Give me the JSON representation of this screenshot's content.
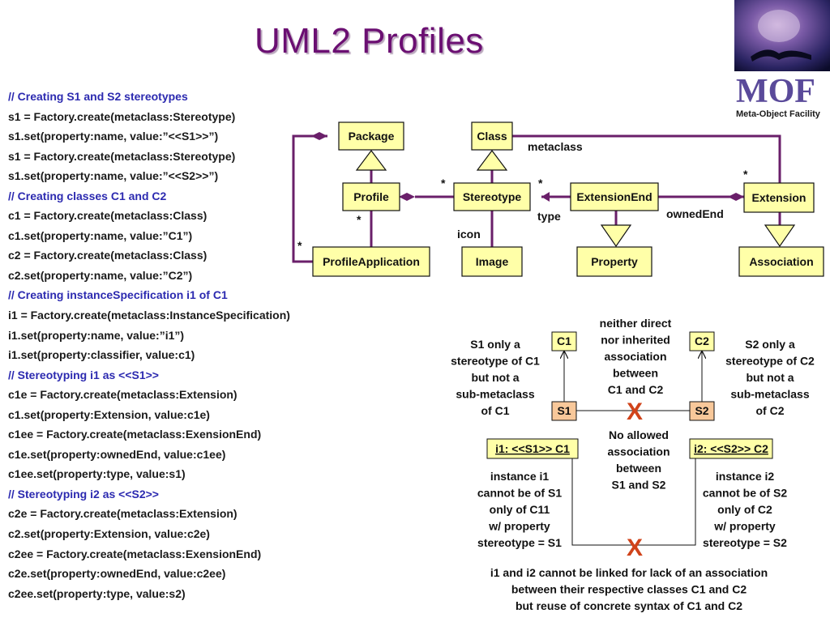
{
  "title": "UML2 Profiles",
  "logo": {
    "text": "Meta-Object Facility",
    "letters": "MOF"
  },
  "code_lines": [
    {
      "text": "// Creating S1 and S2 stereotypes",
      "comment": true
    },
    {
      "text": "s1 = Factory.create(metaclass:Stereotype)",
      "comment": false
    },
    {
      "text": "s1.set(property:name, value:”<<S1>>”)",
      "comment": false
    },
    {
      "text": "s1 = Factory.create(metaclass:Stereotype)",
      "comment": false
    },
    {
      "text": "s1.set(property:name, value:”<<S2>>”)",
      "comment": false
    },
    {
      "text": "// Creating classes C1 and C2",
      "comment": true
    },
    {
      "text": "c1 = Factory.create(metaclass:Class)",
      "comment": false
    },
    {
      "text": "c1.set(property:name, value:”C1”)",
      "comment": false
    },
    {
      "text": "c2 = Factory.create(metaclass:Class)",
      "comment": false
    },
    {
      "text": "c2.set(property:name, value:”C2”)",
      "comment": false
    },
    {
      "text": "// Creating instanceSpecification i1 of C1",
      "comment": true
    },
    {
      "text": "i1 = Factory.create(metaclass:InstanceSpecification)",
      "comment": false
    },
    {
      "text": "i1.set(property:name, value:”i1”)",
      "comment": false
    },
    {
      "text": "i1.set(property:classifier, value:c1)",
      "comment": false
    },
    {
      "text": "// Stereotyping i1 as <<S1>>",
      "comment": true
    },
    {
      "text": "c1e = Factory.create(metaclass:Extension)",
      "comment": false
    },
    {
      "text": "c1.set(property:Extension, value:c1e)",
      "comment": false
    },
    {
      "text": "c1ee = Factory.create(metaclass:ExensionEnd)",
      "comment": false
    },
    {
      "text": "c1e.set(property:ownedEnd, value:c1ee)",
      "comment": false
    },
    {
      "text": "c1ee.set(property:type, value:s1)",
      "comment": false
    },
    {
      "text": "// Stereotyping i2 as <<S2>>",
      "comment": true
    },
    {
      "text": "c2e = Factory.create(metaclass:Extension)",
      "comment": false
    },
    {
      "text": "c2.set(property:Extension, value:c2e)",
      "comment": false
    },
    {
      "text": "c2ee = Factory.create(metaclass:ExensionEnd)",
      "comment": false
    },
    {
      "text": "c2e.set(property:ownedEnd, value:c2ee)",
      "comment": false
    },
    {
      "text": "c2ee.set(property:type, value:s2)",
      "comment": false
    }
  ],
  "metamodel": {
    "boxes": {
      "package": "Package",
      "class": "Class",
      "profile": "Profile",
      "stereotype": "Stereotype",
      "extensionend": "ExtensionEnd",
      "extension": "Extension",
      "profileapplication": "ProfileApplication",
      "image": "Image",
      "property": "Property",
      "association": "Association"
    },
    "labels": {
      "metaclass": "metaclass",
      "type": "type",
      "ownedend": "ownedEnd",
      "icon": "icon",
      "star": "*"
    }
  },
  "example": {
    "c1": "C1",
    "c2": "C2",
    "s1": "S1",
    "s2": "S2",
    "i1": "i1: <<S1>> C1",
    "i2": "i2: <<S2>> C2",
    "cross": "X",
    "note_neither": [
      "neither direct",
      "nor inherited",
      "association",
      "between",
      "C1 and C2"
    ],
    "note_s1": [
      "S1 only a",
      "stereotype of C1",
      "but not a",
      "sub-metaclass",
      "of C1"
    ],
    "note_s2": [
      "S2 only a",
      "stereotype of C2",
      "but not a",
      "sub-metaclass",
      "of C2"
    ],
    "note_noallowed": [
      "No allowed",
      "association",
      "between",
      "S1 and S2"
    ],
    "note_inst1": [
      "instance i1",
      "cannot be of S1",
      "only of C11",
      "w/ property",
      "stereotype = S1"
    ],
    "note_inst2": [
      "instance i2",
      "cannot be of S2",
      "only of C2",
      "w/ property",
      "stereotype = S2"
    ],
    "note_bottom": [
      "i1 and i2 cannot be linked for lack of an association",
      "between their respective classes C1 and C2",
      "but reuse of concrete syntax of C1 and C2"
    ]
  },
  "colors": {
    "title": "#6b0f72",
    "comment": "#2c2ab0",
    "line": "#6a1f6a",
    "box_fill": "#ffffa8",
    "s_box_fill": "#f8c89a",
    "cross": "#d0431a"
  }
}
